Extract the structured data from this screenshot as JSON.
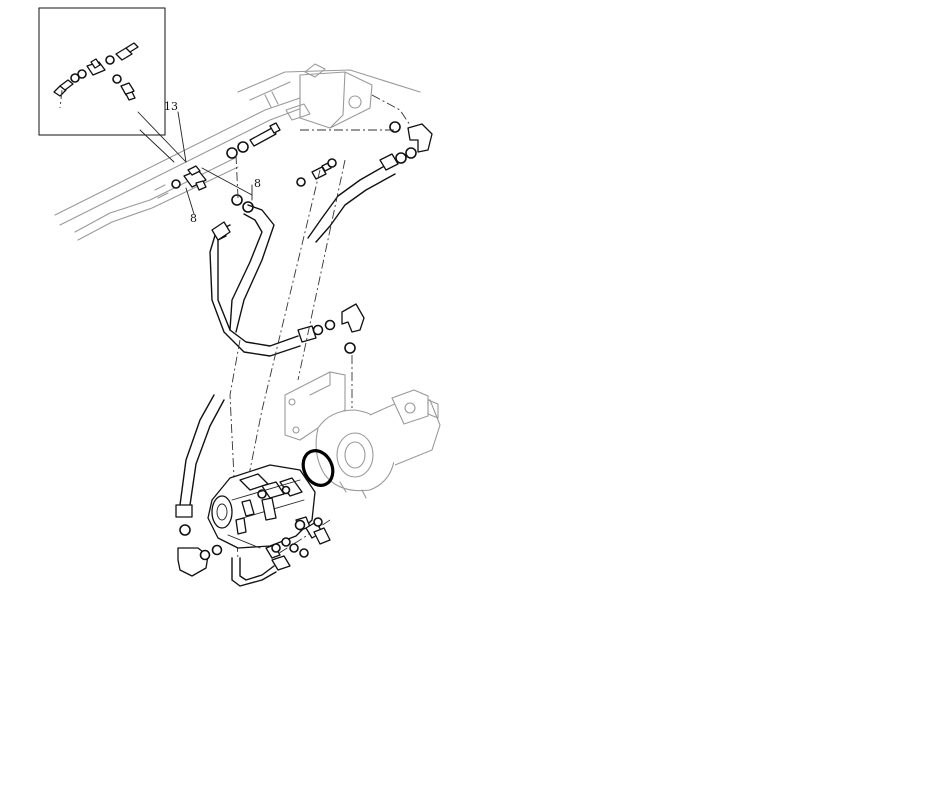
{
  "callouts": {
    "part_13": "13",
    "part_8_upper": "8",
    "part_8_lower": "8"
  },
  "colors": {
    "line": "#111111",
    "ghost": "#9a9a9a",
    "background": "#ffffff"
  }
}
